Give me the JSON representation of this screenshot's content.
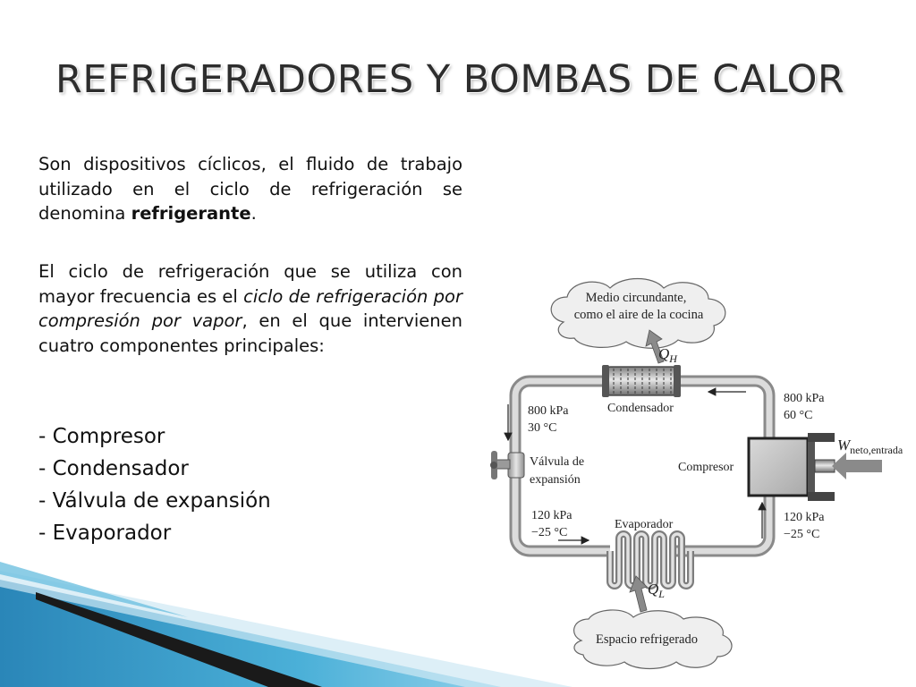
{
  "slide": {
    "title": "REFRIGERADORES Y BOMBAS DE CALOR",
    "paragraph1": {
      "before": "Son dispositivos cíclicos, el fluido de trabajo utilizado en el ciclo de refrigeración se denomina ",
      "bold": "refrigerante",
      "after": "."
    },
    "paragraph2": {
      "before": "El ciclo de refrigeración que se utiliza con mayor frecuencia es el ",
      "italic": "ciclo de refrigeración por compresión por vapor",
      "after": ", en el que intervienen cuatro componentes principales:"
    },
    "components": [
      "- Compresor",
      "- Condensador",
      "- Válvula de expansión",
      "- Evaporador"
    ]
  },
  "diagram": {
    "top_cloud": [
      "Medio circundante,",
      "como el aire de la cocina"
    ],
    "bottom_cloud": "Espacio refrigerado",
    "q_high": "Q",
    "q_high_sub": "H",
    "q_low": "Q",
    "q_low_sub": "L",
    "work_main": "W",
    "work_sub": "neto,entrada",
    "condenser": "Condensador",
    "compressor": "Compresor",
    "evaporator": "Evaporador",
    "valve": [
      "Válvula de",
      "expansión"
    ],
    "state_condenser_in": [
      "800 kPa",
      "60 °C"
    ],
    "state_condenser_out": [
      "800 kPa",
      "30 °C"
    ],
    "state_evaporator_in": [
      "120 kPa",
      "−25 °C"
    ],
    "state_compressor_in": [
      "120 kPa",
      "−25 °C"
    ]
  },
  "colors": {
    "pipe": "#b9b9b9",
    "cloud_fill": "#efefef",
    "arrow_gray": "#8a8a8a",
    "deco_blue": "#3a9cc8",
    "deco_black": "#1a1a1a"
  }
}
